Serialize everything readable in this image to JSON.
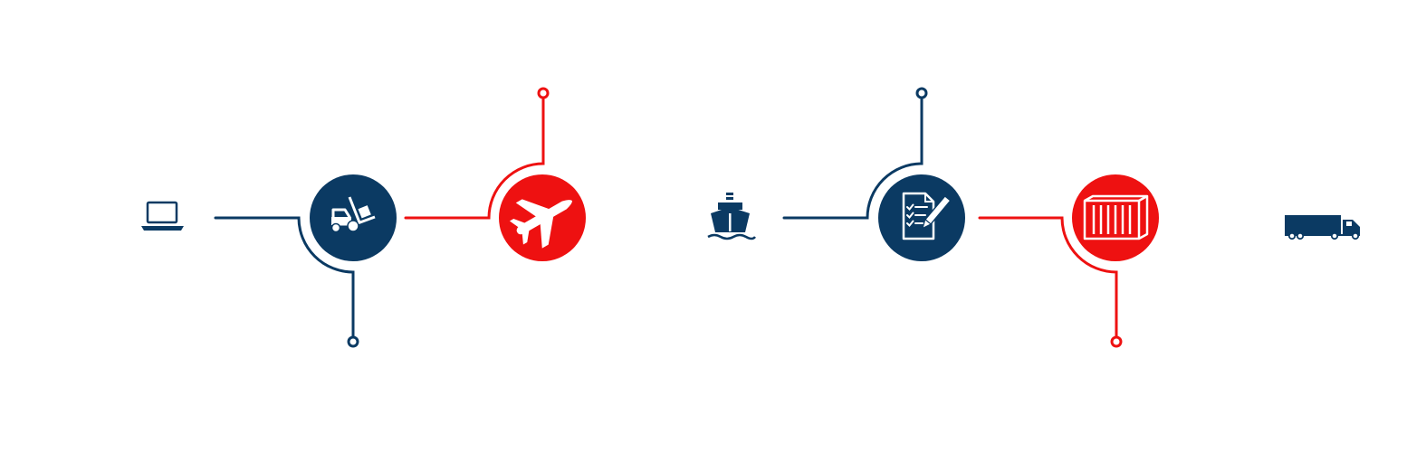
{
  "colors": {
    "navy": "#0b3a63",
    "red": "#ee1111",
    "background": "#ffffff",
    "icon_fg": "#ffffff"
  },
  "steps": [
    {
      "id": "computer",
      "icon": "laptop-icon",
      "kind": "plain-icon",
      "color": "navy"
    },
    {
      "id": "warehouse",
      "icon": "forklift-icon",
      "kind": "circle",
      "color": "navy",
      "branch": "down"
    },
    {
      "id": "air-freight",
      "icon": "airplane-icon",
      "kind": "circle",
      "color": "red",
      "branch": "up"
    },
    {
      "id": "ocean-freight",
      "icon": "ship-icon",
      "kind": "plain-icon",
      "color": "navy"
    },
    {
      "id": "documentation",
      "icon": "document-pen-icon",
      "kind": "circle",
      "color": "navy",
      "branch": "up"
    },
    {
      "id": "container",
      "icon": "container-icon",
      "kind": "circle",
      "color": "red",
      "branch": "down"
    },
    {
      "id": "trucking",
      "icon": "truck-icon",
      "kind": "plain-icon",
      "color": "navy"
    }
  ]
}
